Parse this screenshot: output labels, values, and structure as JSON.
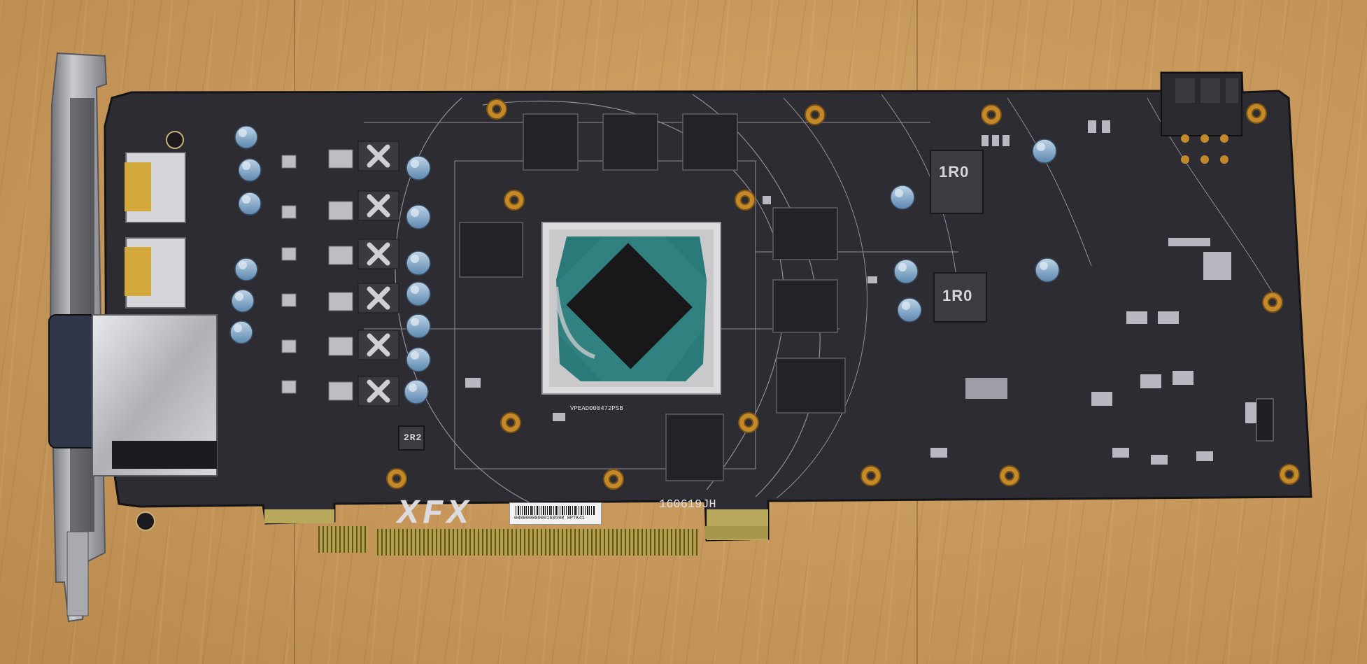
{
  "photo": {
    "subject": "graphics-card-pcb",
    "background": "wooden-table"
  },
  "silkscreen": {
    "brand": "XFX",
    "date_code": "160619JH",
    "gpu_code": "VPEAD000472PSB",
    "barcode_text": "0000000000016059R  0PTK41"
  },
  "inductors": {
    "large_top": "1R0",
    "large_middle": "1R0",
    "small": "2R2"
  },
  "colors": {
    "pcb": "#2d2c33",
    "wood": "#c99a58",
    "gold_fingers": "#b09a3c",
    "gpu_die": "#1a1a1c"
  }
}
